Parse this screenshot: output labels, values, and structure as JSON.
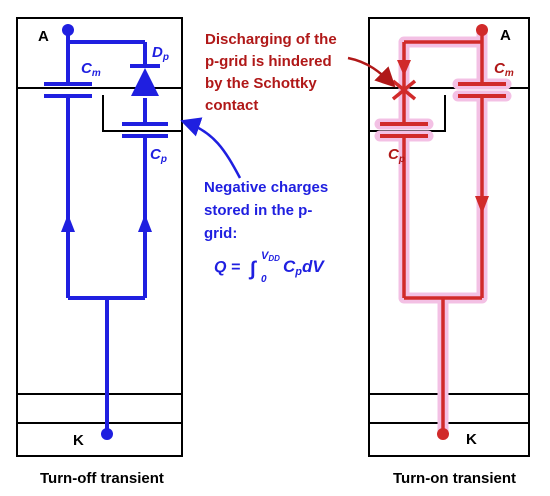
{
  "left_panel": {
    "terminal_top": "A",
    "terminal_bottom": "K",
    "cap_m": {
      "main": "C",
      "sub": "m"
    },
    "diode": {
      "main": "D",
      "sub": "p"
    },
    "cap_p": {
      "main": "C",
      "sub": "p"
    },
    "annotation_lines": [
      "Negative charges",
      "stored in the p-",
      "grid:"
    ],
    "formula": {
      "lhs": "Q = ",
      "integral": "∫",
      "upper": "V",
      "upper_sub": "DD",
      "lower": "0",
      "rhs": " C",
      "rhs_sub": "p",
      "tail": "dV"
    },
    "caption": "Turn-off transient",
    "color": "#1f1fe0"
  },
  "right_panel": {
    "terminal_top": "A",
    "terminal_bottom": "K",
    "cap_m": {
      "main": "C",
      "sub": "m"
    },
    "cap_p": {
      "main": "C",
      "sub": "p"
    },
    "annotation_lines": [
      "Discharging of the",
      "p-grid is hindered",
      "by the Schottky",
      "contact"
    ],
    "caption": "Turn-on transient",
    "color": "#d12a2a",
    "glow": "#f3c0e4",
    "annotation_color": "#b01818"
  }
}
